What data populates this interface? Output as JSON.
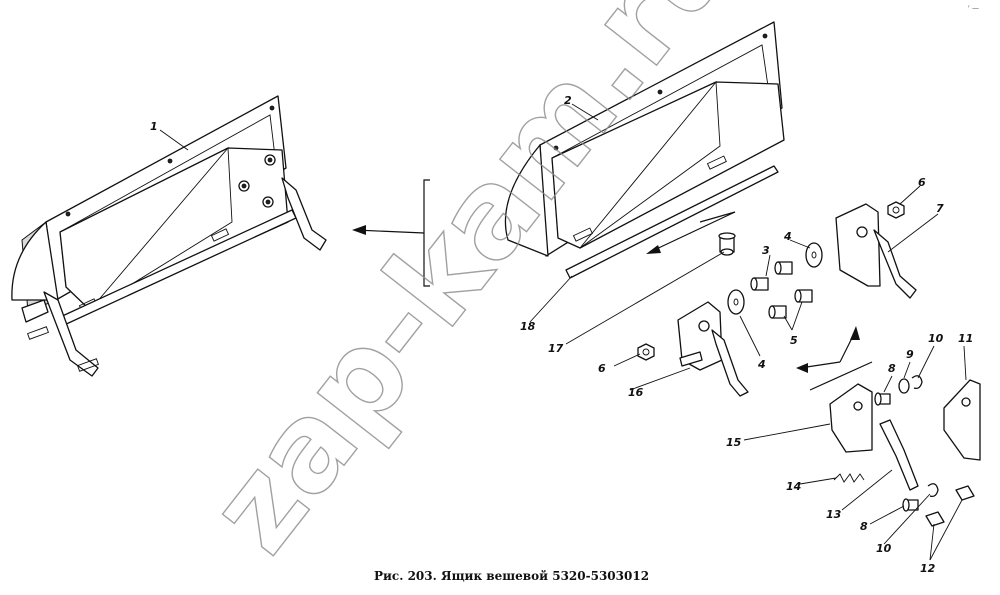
{
  "caption": "Рис. 203. Ящик вешевой 5320-5303012",
  "watermark": "zap-kam.ru",
  "corner_mark": "ʳ —",
  "callouts": {
    "c1": "1",
    "c2": "2",
    "c3": "3",
    "c4a": "4",
    "c4b": "4",
    "c5": "5",
    "c6a": "6",
    "c6b": "6",
    "c7": "7",
    "c8a": "8",
    "c8b": "8",
    "c9": "9",
    "c10a": "10",
    "c10b": "10",
    "c11": "11",
    "c12": "12",
    "c13": "13",
    "c14": "14",
    "c15": "15",
    "c16": "16",
    "c17": "17",
    "c18": "18"
  }
}
